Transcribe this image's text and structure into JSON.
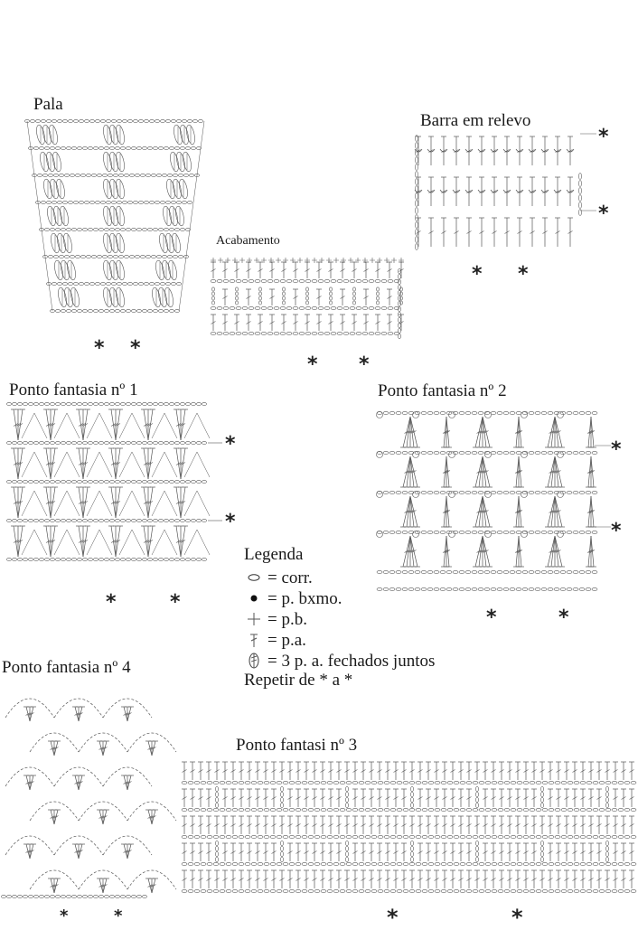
{
  "sections": {
    "pala": {
      "title": "Pala",
      "markers": [
        "*",
        "*"
      ]
    },
    "acabamento": {
      "title": "Acabamento",
      "markers": [
        "*",
        "*"
      ]
    },
    "barra": {
      "title": "Barra em relevo",
      "markers": [
        "*",
        "*",
        "*",
        "*"
      ]
    },
    "pf1": {
      "title": "Ponto fantasia nº 1",
      "markers": [
        "*",
        "*",
        "*",
        "*"
      ]
    },
    "pf2": {
      "title": "Ponto fantasia nº 2",
      "markers": [
        "*",
        "*",
        "*",
        "*"
      ]
    },
    "pf4": {
      "title": "Ponto fantasia nº 4",
      "markers": [
        "*",
        "*"
      ]
    },
    "pf3": {
      "title": "Ponto fantasi nº 3",
      "markers": [
        "*",
        "*"
      ]
    }
  },
  "legend": {
    "title": "Legenda",
    "items": [
      {
        "symbol": "chain-icon",
        "label": "= corr."
      },
      {
        "symbol": "slip-stitch-icon",
        "label": "= p. bxmo."
      },
      {
        "symbol": "single-crochet-icon",
        "label": "= p.b."
      },
      {
        "symbol": "double-crochet-icon",
        "label": "= p.a."
      },
      {
        "symbol": "dc3tog-icon",
        "label": "= 3 p. a. fechados juntos"
      }
    ],
    "repeat": "Repetir de * a *"
  }
}
